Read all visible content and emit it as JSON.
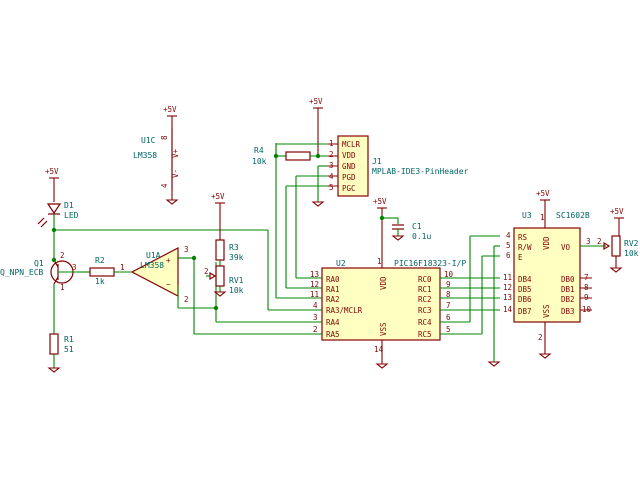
{
  "power": {
    "plus5v": "+5V"
  },
  "components": {
    "u1c": {
      "ref": "U1C",
      "value": "LM358",
      "pin_vplus": "V+",
      "pin_vminus": "V-",
      "pin8": "8",
      "pin4": "4"
    },
    "u1a": {
      "ref": "U1A",
      "value": "LM358",
      "pin1": "1",
      "pin2": "2",
      "pin3": "3",
      "minus": "−",
      "plus": "+"
    },
    "d1": {
      "ref": "D1",
      "value": "LED"
    },
    "q1": {
      "ref": "Q1",
      "value": "Q_NPN_ECB",
      "pin1": "1",
      "pin2": "2",
      "pin3": "3"
    },
    "r1": {
      "ref": "R1",
      "value": "51"
    },
    "r2": {
      "ref": "R2",
      "value": "1k"
    },
    "r3": {
      "ref": "R3",
      "value": "39k"
    },
    "r4": {
      "ref": "R4",
      "value": "10k"
    },
    "rv1": {
      "ref": "RV1",
      "value": "10k",
      "pin2": "2"
    },
    "rv2": {
      "ref": "RV2",
      "value": "10k",
      "pin3": "3",
      "pin2": "2"
    },
    "c1": {
      "ref": "C1",
      "value": "0.1u"
    },
    "j1": {
      "ref": "J1",
      "value": "MPLAB-IDE3-PinHeader",
      "pins": [
        {
          "num": "1",
          "name": "MCLR"
        },
        {
          "num": "2",
          "name": "VDD"
        },
        {
          "num": "3",
          "name": "GND"
        },
        {
          "num": "4",
          "name": "PGD"
        },
        {
          "num": "5",
          "name": "PGC"
        }
      ]
    },
    "u2": {
      "ref": "U2",
      "value": "PIC16F18323-I/P",
      "vdd": "VDD",
      "vdd_pin": "1",
      "vss": "VSS",
      "vss_pin": "14",
      "left_pins": [
        {
          "num": "13",
          "name": "RA0"
        },
        {
          "num": "12",
          "name": "RA1"
        },
        {
          "num": "11",
          "name": "RA2"
        },
        {
          "num": "4",
          "name": "RA3/MCLR"
        },
        {
          "num": "3",
          "name": "RA4"
        },
        {
          "num": "2",
          "name": "RA5"
        }
      ],
      "right_pins": [
        {
          "num": "10",
          "name": "RC0"
        },
        {
          "num": "9",
          "name": "RC1"
        },
        {
          "num": "8",
          "name": "RC2"
        },
        {
          "num": "7",
          "name": "RC3"
        },
        {
          "num": "6",
          "name": "RC4"
        },
        {
          "num": "5",
          "name": "RC5"
        }
      ]
    },
    "u3": {
      "ref": "U3",
      "value": "SC1602B",
      "vdd": "VDD",
      "vdd_pin": "1",
      "vss": "VSS",
      "vss_pin": "2",
      "vo": "VO",
      "vo_pin": "3",
      "left_pins": [
        {
          "num": "4",
          "name": "RS"
        },
        {
          "num": "5",
          "name": "R/W"
        },
        {
          "num": "6",
          "name": "E"
        },
        {
          "num": "11",
          "name": "DB4"
        },
        {
          "num": "12",
          "name": "DB5"
        },
        {
          "num": "13",
          "name": "DB6"
        },
        {
          "num": "14",
          "name": "DB7"
        }
      ],
      "right_pins": [
        {
          "num": "7",
          "name": "DB0"
        },
        {
          "num": "8",
          "name": "DB1"
        },
        {
          "num": "9",
          "name": "DB2"
        },
        {
          "num": "10",
          "name": "DB3"
        }
      ]
    }
  },
  "colors": {
    "wire": "#008400",
    "symbol": "#840000",
    "text": "#006464",
    "fill": "#ffffc2"
  }
}
